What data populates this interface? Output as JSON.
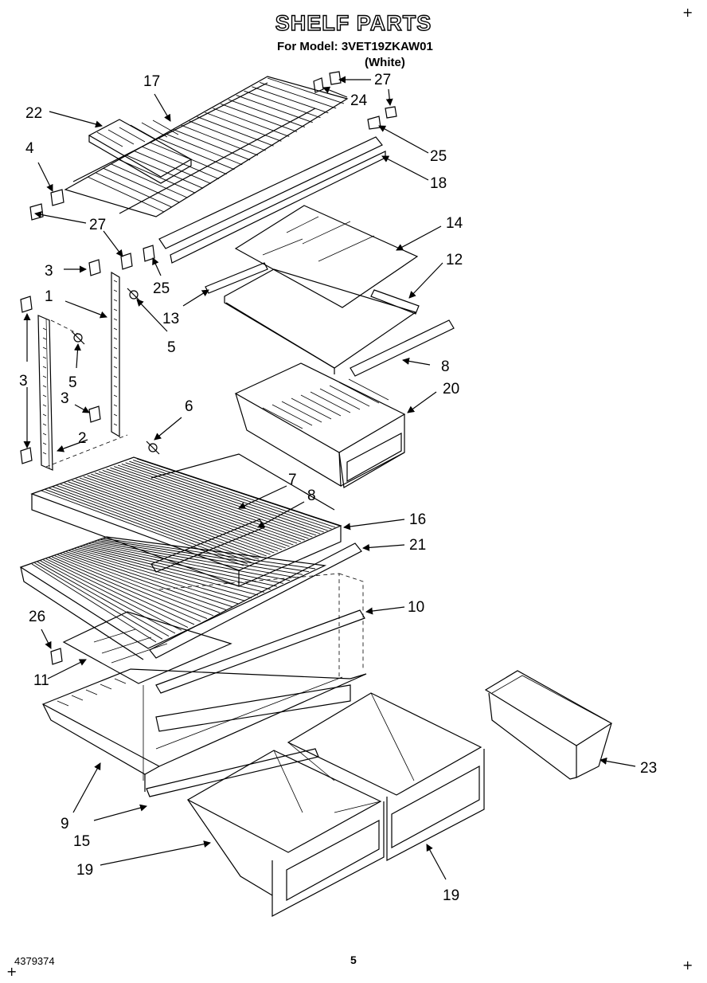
{
  "header": {
    "title": "SHELF PARTS",
    "model_line": "For Model: 3VET19ZKAW01",
    "color_line": "(White)"
  },
  "footer": {
    "doc_number": "4379374",
    "page_number": "5"
  },
  "corner_marks": [
    "+",
    "+",
    "+"
  ],
  "callouts": {
    "c17": "17",
    "c22": "22",
    "c4": "4",
    "c27a": "27",
    "c27b": "27",
    "c24": "24",
    "c25a": "25",
    "c25b": "25",
    "c18": "18",
    "c14": "14",
    "c12": "12",
    "c13": "13",
    "c3a": "3",
    "c3b": "3",
    "c3c": "3",
    "c1": "1",
    "c5a": "5",
    "c5b": "5",
    "c8a": "8",
    "c8b": "8",
    "c20": "20",
    "c6": "6",
    "c2": "2",
    "c7": "7",
    "c16": "16",
    "c21": "21",
    "c10": "10",
    "c26": "26",
    "c11": "11",
    "c9": "9",
    "c15": "15",
    "c19a": "19",
    "c19b": "19",
    "c23": "23"
  }
}
